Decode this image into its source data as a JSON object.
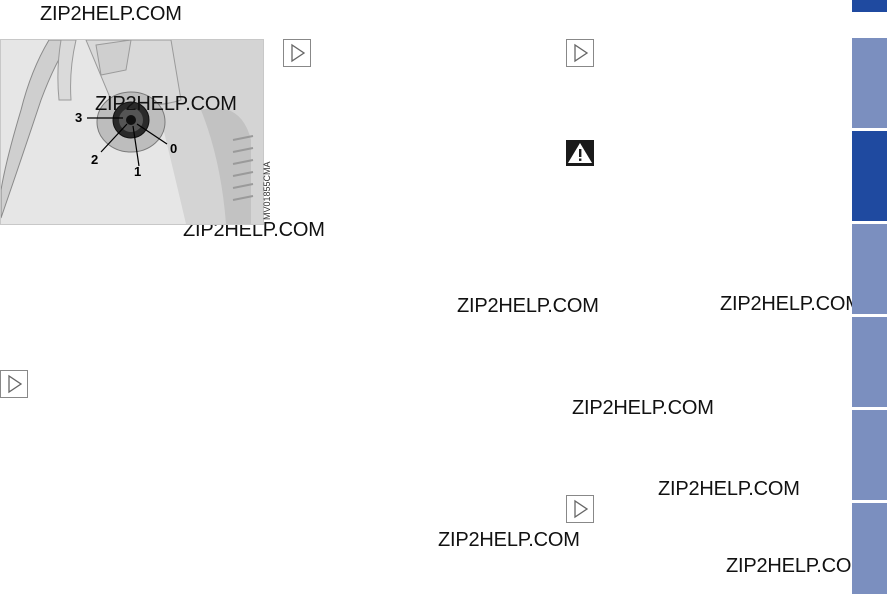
{
  "watermark": "ZIP2HELP.COM",
  "figure": {
    "code": "MV01855CMA",
    "positions": [
      "3",
      "2",
      "1",
      "0"
    ]
  },
  "icons": {
    "note": "note-arrow-icon",
    "warning": "warning-triangle-icon"
  },
  "sidebar": {
    "tabs": [
      "tab-1",
      "tab-2",
      "tab-3",
      "tab-4",
      "tab-5",
      "tab-6"
    ],
    "active_index": 1,
    "colors": {
      "active": "#1f4aa0",
      "inactive": "#7b8fbf"
    }
  }
}
